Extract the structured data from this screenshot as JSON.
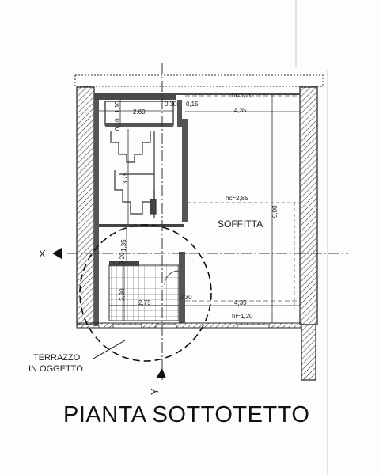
{
  "drawing": {
    "title": "PIANTA SOTTOTETTO",
    "room_label": "SOFFITTA",
    "callout": {
      "line1": "TERRAZZO",
      "line2": "IN OGGETTO"
    },
    "section_marks": {
      "x": "X",
      "y": "Y"
    },
    "heights": {
      "hl_top": "hl=1,20",
      "hl_bottom": "hl=1,20",
      "hc": "hc=2,85"
    },
    "dimensions": {
      "d_260": "2.60",
      "d_030_top": "0,30",
      "d_015": "0,15",
      "d_435_top": "4,35",
      "d_110": "1,10",
      "d_010": "0,10",
      "d_375": "3,75",
      "d_900": "9,00",
      "d_135": "1,35",
      "d_020": "0,20",
      "d_230": "2,30",
      "d_275": "2,75",
      "d_030_bottom": "0,30",
      "d_435_bottom": "4,35"
    }
  }
}
